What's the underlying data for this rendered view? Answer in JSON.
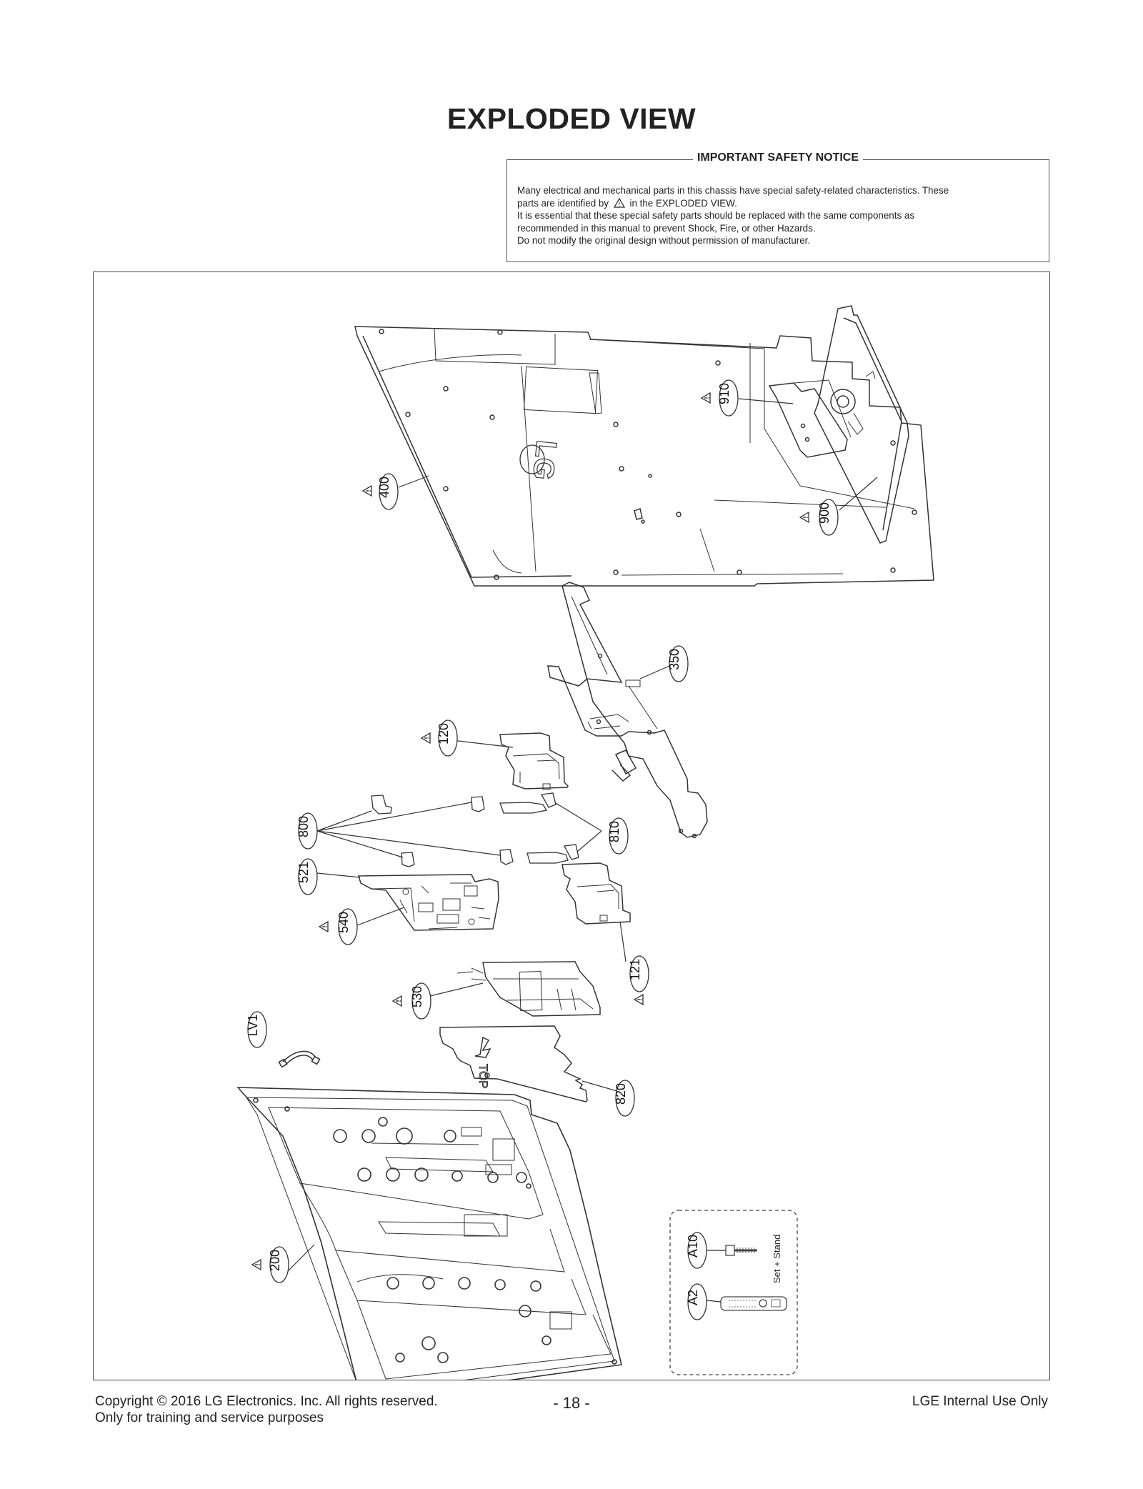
{
  "page": {
    "title": "EXPLODED VIEW"
  },
  "notice": {
    "heading": "IMPORTANT SAFETY NOTICE",
    "line1": "Many electrical and mechanical parts in this chassis have special safety-related characteristics. These",
    "line2a": "parts are identified by",
    "line2b": "in the EXPLODED VIEW.",
    "line3": "It is essential that these special safety parts should be replaced with the same components as",
    "line4": "recommended in this manual to prevent Shock, Fire, or other Hazards.",
    "line5": "Do not modify the original design without permission of manufacturer."
  },
  "diagram": {
    "parts": {
      "p400": "400",
      "p910": "910",
      "p900": "900",
      "p350": "350",
      "p120": "120",
      "p800": "800",
      "p810": "810",
      "p521": "521",
      "p540": "540",
      "p121": "121",
      "p530": "530",
      "plv1": "LV1",
      "p820": "820",
      "p200": "200",
      "pa10": "A10",
      "pa2": "A2"
    },
    "accessory_note": "Set + Stand",
    "logo_text": "LG",
    "top_marking": "TOP",
    "warning_symbol": "!"
  },
  "footer": {
    "copyright": "Copyright  © 2016 LG Electronics. Inc. All rights reserved.",
    "purpose": "Only for training and service purposes",
    "page_number": "- 18 -",
    "internal": "LGE Internal Use Only"
  }
}
